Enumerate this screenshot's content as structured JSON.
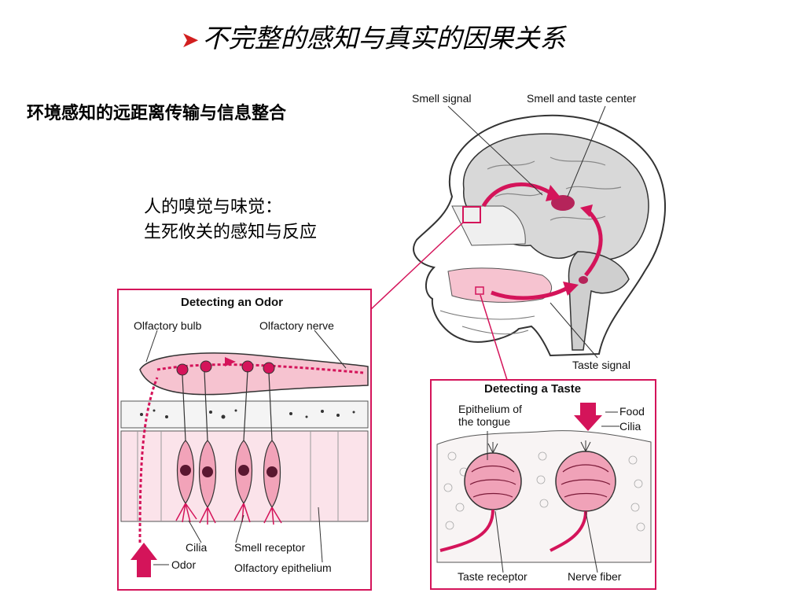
{
  "slide": {
    "bullet": "➤",
    "title": "不完整的感知与真实的因果关系",
    "subtitle": "环境感知的远距离传输与信息整合",
    "note_line1": "人的嗅觉与味觉：",
    "note_line2": "生死攸关的感知与反应"
  },
  "head_figure": {
    "smell_signal": "Smell signal",
    "center": "Smell and taste center",
    "taste_signal": "Taste signal"
  },
  "odor_panel": {
    "title": "Detecting an Odor",
    "bulb": "Olfactory bulb",
    "nerve": "Olfactory nerve",
    "cilia": "Cilia",
    "receptor": "Smell receptor",
    "odor": "Odor",
    "epithelium": "Olfactory epithelium"
  },
  "taste_panel": {
    "title": "Detecting a Taste",
    "epithelium": "Epithelium of the tongue",
    "epithelium_line1": "Epithelium of",
    "epithelium_line2": "the tongue",
    "food": "Food",
    "cilia": "Cilia",
    "receptor": "Taste receptor",
    "fiber": "Nerve fiber"
  },
  "colors": {
    "accent": "#d4145a",
    "pink_fill": "#f6c3d0",
    "panel_border": "#d4145a",
    "bullet": "#d21f1f"
  }
}
